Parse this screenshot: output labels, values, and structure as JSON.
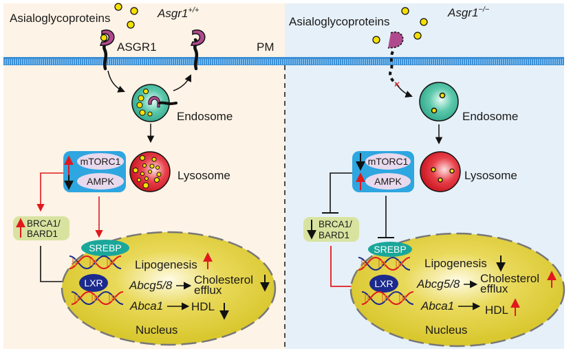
{
  "colors": {
    "left_bg": "#fdf3e6",
    "right_bg": "#e6f0f8",
    "membrane": "#3a8fd6",
    "receptor": "#b04a8e",
    "ligand": "#f5e000",
    "endosome": "#3db89a",
    "lysosome": "#d8262f",
    "nucleus": "#e0cf3a",
    "mtorc_box": "#2ea6e0",
    "kinase_oval": "#e8d9ec",
    "brca_box": "#d8e3a0",
    "srebp": "#1aa79a",
    "lxr": "#1b2a8c",
    "up_arrow": "#e1181e",
    "down_arrow": "#000000"
  },
  "left_panel": {
    "ligand_label": "Asialoglycoproteins",
    "genotype_base": "Asgr1",
    "genotype_sup": "+/+",
    "receptor_label": "ASGR1",
    "membrane_label": "PM",
    "endosome_label": "Endosome",
    "lysosome_label": "Lysosome",
    "mtorc1_label": "mTORC1",
    "ampk_label": "AMPK",
    "mtorc1_change": "up",
    "ampk_change": "down",
    "brca_line1": "BRCA1/",
    "brca_line2": "BARD1",
    "brca_change": "up",
    "srebp_label": "SREBP",
    "lxr_label": "LXR",
    "lipogenesis_label": "Lipogenesis",
    "lipogenesis_change": "up",
    "abcg_label": "Abcg5/8",
    "chol_line1": "Cholesterol",
    "chol_line2": "efflux",
    "chol_change": "down",
    "abca_label": "Abca1",
    "hdl_label": "HDL",
    "hdl_change": "down",
    "nucleus_label": "Nucleus"
  },
  "right_panel": {
    "ligand_label": "Asialoglycoproteins",
    "genotype_base": "Asgr1",
    "genotype_sup": "−/−",
    "endosome_label": "Endosome",
    "lysosome_label": "Lysosome",
    "mtorc1_label": "mTORC1",
    "ampk_label": "AMPK",
    "mtorc1_change": "down",
    "ampk_change": "up",
    "brca_line1": "BRCA1/",
    "brca_line2": "BARD1",
    "brca_change": "down",
    "srebp_label": "SREBP",
    "lxr_label": "LXR",
    "lipogenesis_label": "Lipogenesis",
    "lipogenesis_change": "down",
    "abcg_label": "Abcg5/8",
    "chol_line1": "Cholesterol",
    "chol_line2": "efflux",
    "chol_change": "up",
    "abca_label": "Abca1",
    "hdl_label": "HDL",
    "hdl_change": "up",
    "nucleus_label": "Nucleus",
    "blocked_marker": "×"
  }
}
